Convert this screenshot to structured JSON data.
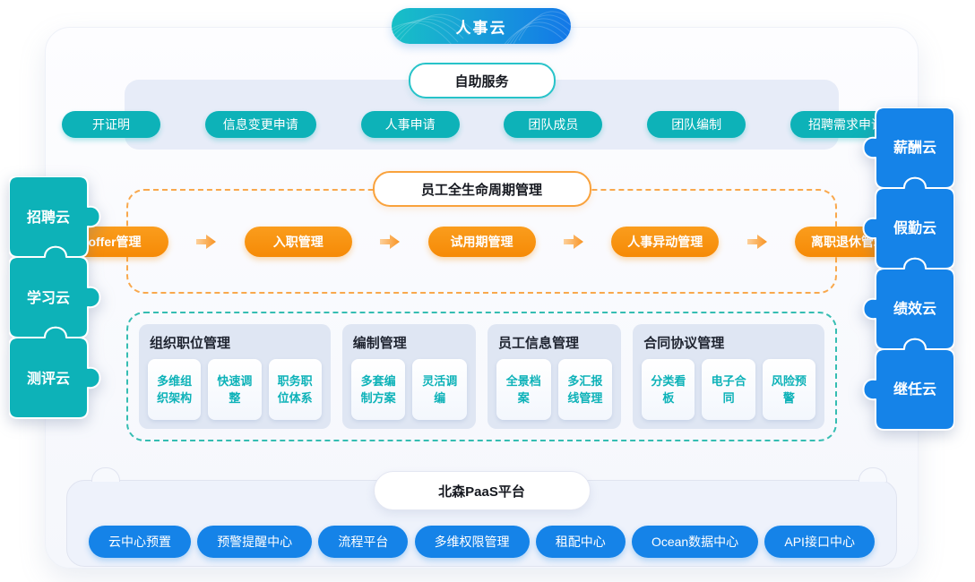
{
  "badge": {
    "label": "人事云"
  },
  "self_service": {
    "title": "自助服务",
    "buttons": [
      {
        "label": "开证明"
      },
      {
        "label": "信息变更申请"
      },
      {
        "label": "人事申请"
      },
      {
        "label": "团队成员"
      },
      {
        "label": "团队编制"
      },
      {
        "label": "招聘需求申请"
      }
    ]
  },
  "lifecycle": {
    "title": "员工全生命周期管理",
    "stages": [
      {
        "label": "offer管理"
      },
      {
        "label": "入职管理"
      },
      {
        "label": "试用期管理"
      },
      {
        "label": "人事异动管理"
      },
      {
        "label": "离职退休管理"
      }
    ]
  },
  "modules": [
    {
      "title": "组织职位管理",
      "items": [
        "多维组织架构",
        "快速调整",
        "职务职位体系"
      ]
    },
    {
      "title": "编制管理",
      "items": [
        "多套编制方案",
        "灵活调编"
      ]
    },
    {
      "title": "员工信息管理",
      "items": [
        "全景档案",
        "多汇报线管理"
      ]
    },
    {
      "title": "合同协议管理",
      "items": [
        "分类看板",
        "电子合同",
        "风险预警"
      ]
    }
  ],
  "paas": {
    "title": "北森PaaS平台",
    "buttons": [
      {
        "label": "云中心预置"
      },
      {
        "label": "预警提醒中心"
      },
      {
        "label": "流程平台"
      },
      {
        "label": "多维权限管理"
      },
      {
        "label": "租配中心"
      },
      {
        "label": "Ocean数据中心"
      },
      {
        "label": "API接口中心"
      }
    ]
  },
  "left_clouds": [
    {
      "label": "招聘云"
    },
    {
      "label": "学习云"
    },
    {
      "label": "测评云"
    }
  ],
  "right_clouds": [
    {
      "label": "薪酬云"
    },
    {
      "label": "假勤云"
    },
    {
      "label": "绩效云"
    },
    {
      "label": "继任云"
    }
  ],
  "colors": {
    "teal": "#0db2b8",
    "blue": "#1583e8",
    "orange": "#f8920e",
    "orange_dash": "#f9a84d",
    "badge_gradient_start": "#17c0c6",
    "badge_gradient_end": "#1378e8"
  }
}
